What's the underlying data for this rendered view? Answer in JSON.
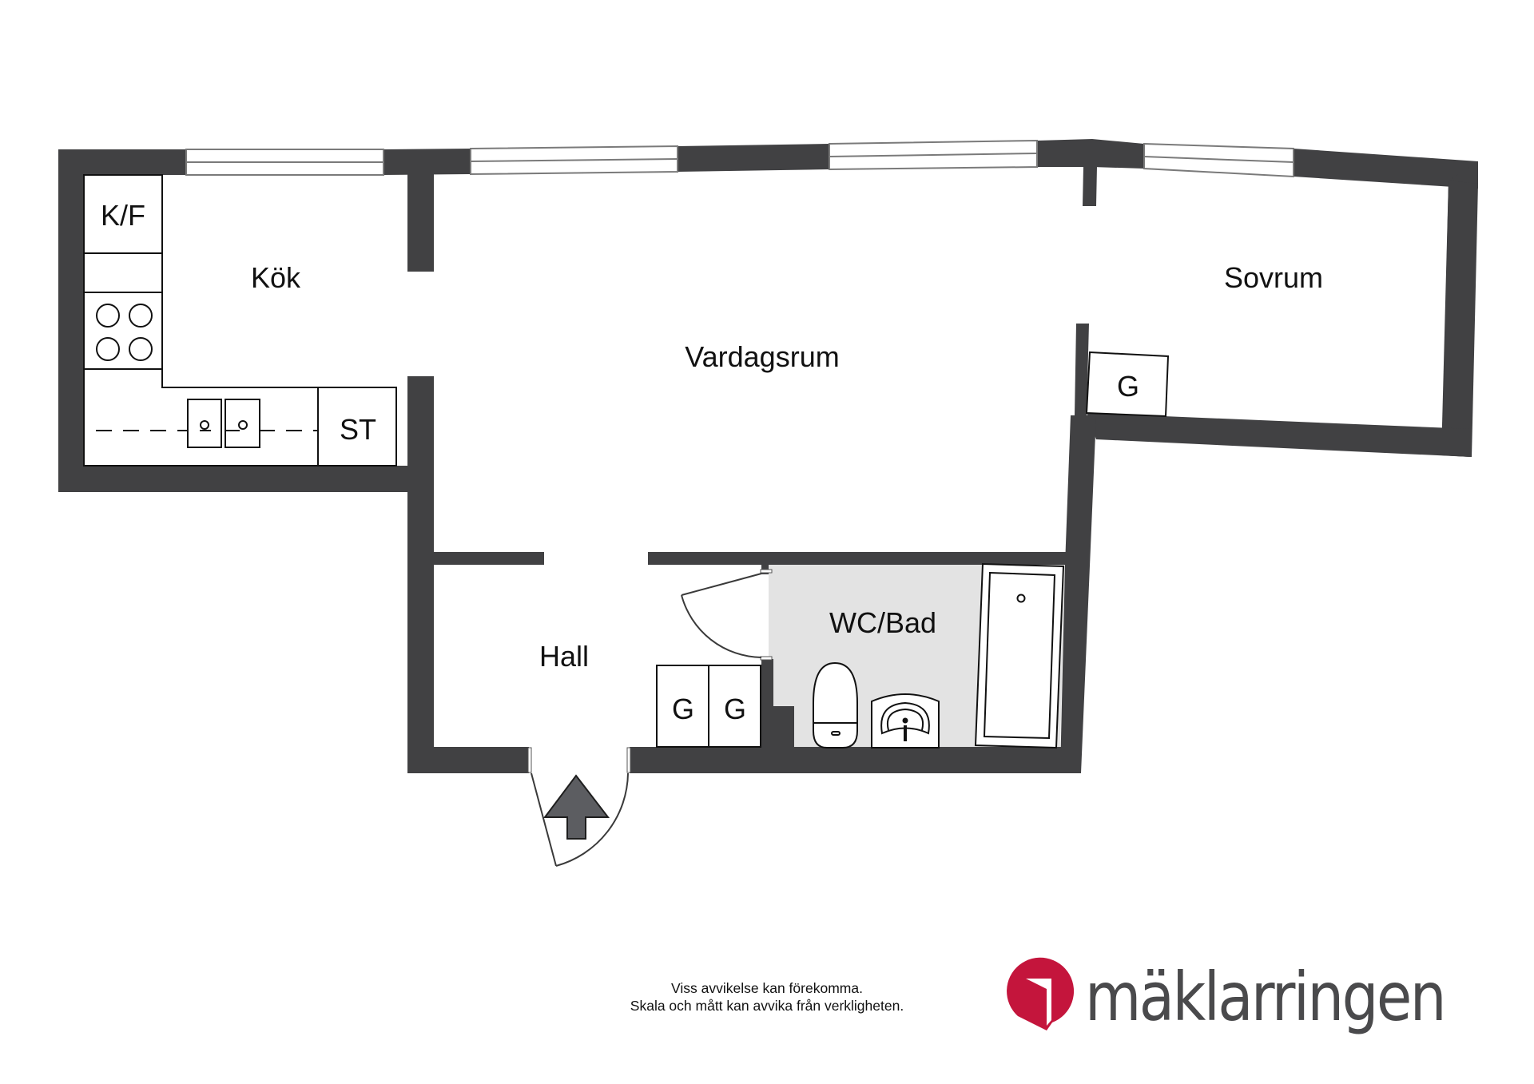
{
  "floorplan": {
    "rooms": {
      "kitchen": "Kök",
      "living_room": "Vardagsrum",
      "bedroom": "Sovrum",
      "hall": "Hall",
      "bathroom": "WC/Bad"
    },
    "fixtures": {
      "fridge_freezer": "K/F",
      "cabinet_st": "ST",
      "wardrobe_bedroom": "G",
      "wardrobe_hall_1": "G",
      "wardrobe_hall_2": "G"
    },
    "symbols": [
      "stove-icon",
      "sink-icon",
      "toilet-icon",
      "washbasin-icon",
      "bathtub-icon",
      "entrance-arrow-icon",
      "door-swing-icon",
      "window-icon"
    ],
    "colors": {
      "wall": "#414143",
      "bathroom_floor": "#e3e3e3",
      "background": "#ffffff"
    }
  },
  "footer": {
    "disclaimer_line1": "Viss avvikelse kan förekomma.",
    "disclaimer_line2": "Skala och mått kan avvika från verkligheten."
  },
  "brand": {
    "name": "mäklarringen",
    "logo_icon": "maklarringen-logo-icon",
    "accent_color": "#c4153c",
    "text_color": "#4a4a4c"
  }
}
